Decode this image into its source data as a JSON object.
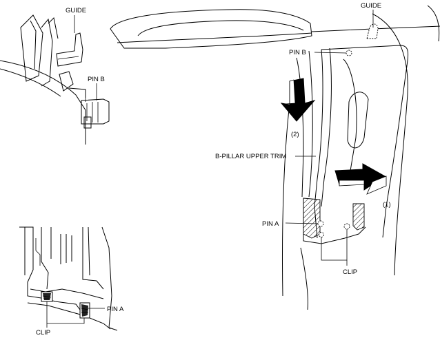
{
  "labels": {
    "guide_left": "GUIDE",
    "pin_b_left": "PIN B",
    "pin_a_left": "PIN A",
    "clip_left": "CLIP",
    "guide_right": "GUIDE",
    "pin_b_right": "PIN B",
    "step_2": "(2)",
    "b_pillar": "B-PILLAR UPPER TRIM",
    "step_1": "(1)",
    "pin_a_right": "PIN A",
    "clip_right": "CLIP"
  }
}
